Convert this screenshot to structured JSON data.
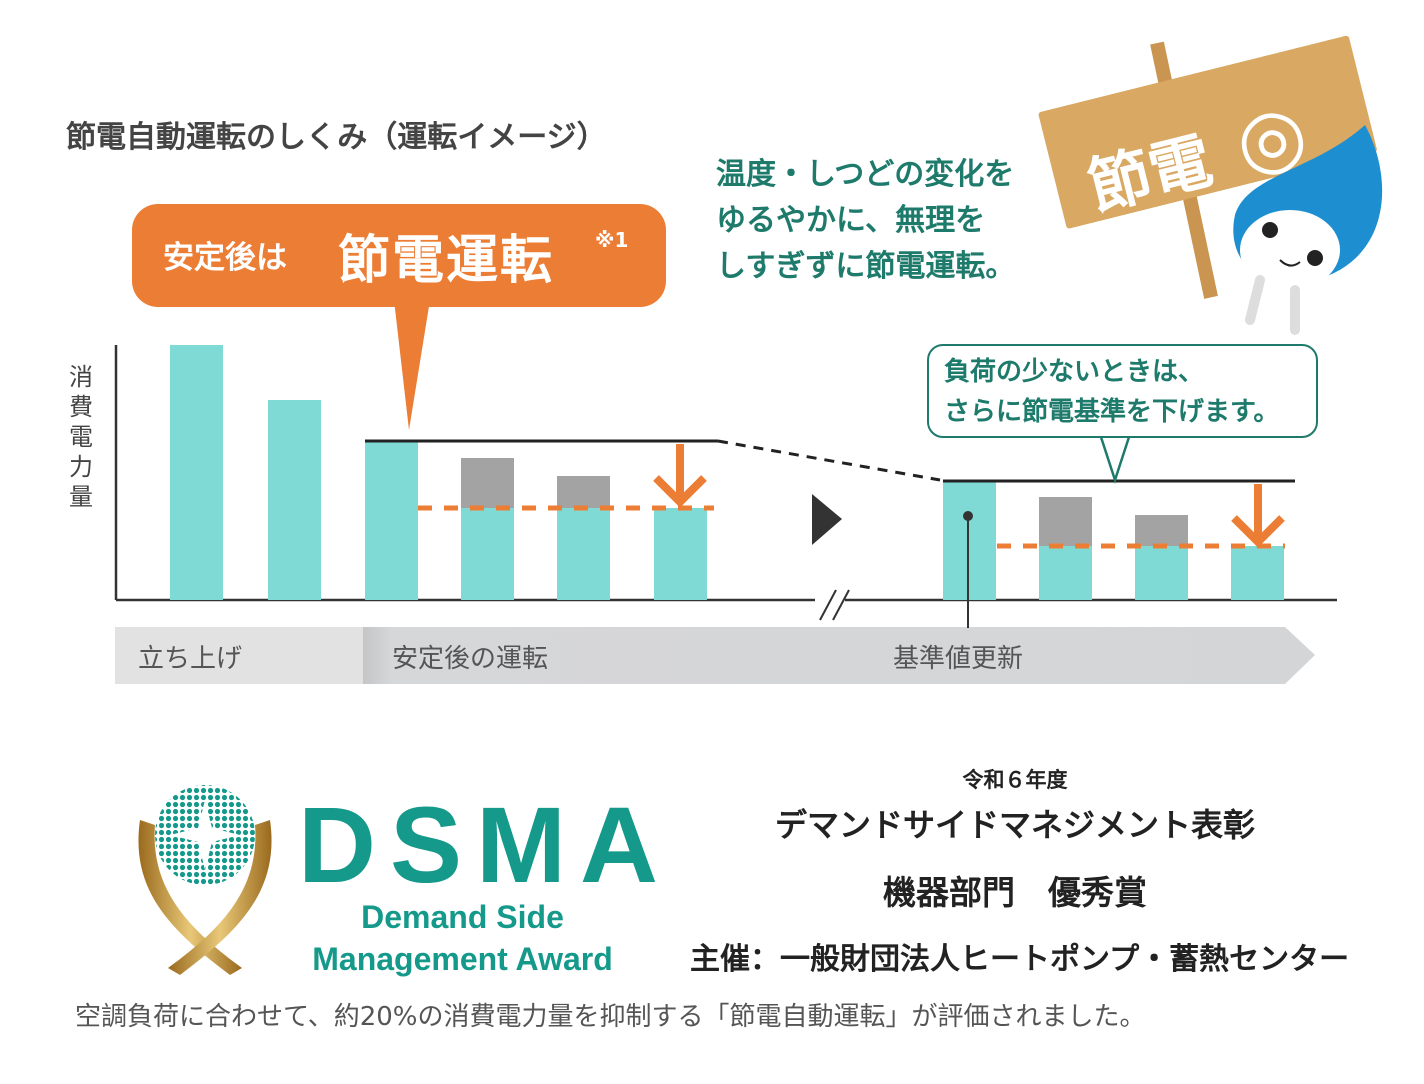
{
  "title": "節電自動運転のしくみ（運転イメージ）",
  "bubble": {
    "prefix": "安定後は",
    "main": "節電運転",
    "note": "※1"
  },
  "description_lines": [
    "温度・しつどの変化を",
    "ゆるやかに、無理を",
    "しすぎずに節電運転。"
  ],
  "sign": {
    "text": "節電",
    "mark": "◎"
  },
  "y_axis_label": "消費電力量",
  "callout_lines": [
    "負荷の少ないときは、",
    "さらに節電基準を下げます。"
  ],
  "phases": [
    "立ち上げ",
    "安定後の運転",
    "基準値更新"
  ],
  "colors": {
    "bar": "#7fdad6",
    "reduced": "#a3a3a3",
    "accent": "#ec7d34",
    "green": "#1e7b6c",
    "dsma": "#14998a"
  },
  "logo": {
    "name": "DSMA",
    "sub1": "Demand Side",
    "sub2": "Management Award"
  },
  "award": {
    "year": "令和６年度",
    "name": "デマンドサイドマネジメント表彰",
    "category": "機器部門　優秀賞",
    "organizer": "主催：一般財団法人ヒートポンプ・蓄熱センター"
  },
  "footer": "空調負荷に合わせて、約20%の消費電力量を抑制する「節電自動運転」が評価されました。"
}
